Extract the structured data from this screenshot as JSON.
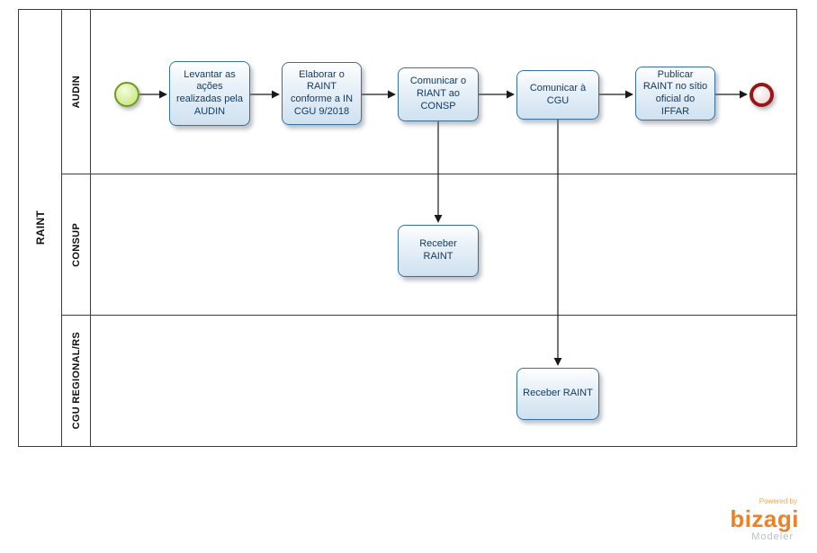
{
  "diagram": {
    "pool": "RAINT",
    "lanes": [
      "AUDIN",
      "CONSUP",
      "CGU REGIONAL/RS"
    ],
    "tasks": [
      {
        "id": "levantar-acoes",
        "lane": "AUDIN",
        "label": "Levantar as ações realizadas pela AUDIN"
      },
      {
        "id": "elaborar-raint",
        "lane": "AUDIN",
        "label": "Elaborar o RAINT conforme a IN CGU 9/2018"
      },
      {
        "id": "comunicar-consp",
        "lane": "AUDIN",
        "label": "Comunicar o RIANT ao CONSP"
      },
      {
        "id": "comunicar-cgu",
        "lane": "AUDIN",
        "label": "Comunicar à CGU"
      },
      {
        "id": "publicar-raint",
        "lane": "AUDIN",
        "label": "Publicar RAINT no sítio oficial do IFFAR"
      },
      {
        "id": "receber-raint-consup",
        "lane": "CONSUP",
        "label": "Receber RAINT"
      },
      {
        "id": "receber-raint-cgu",
        "lane": "CGU REGIONAL/RS",
        "label": "Receber RAINT"
      }
    ],
    "events": [
      {
        "id": "start",
        "type": "start-event",
        "lane": "AUDIN"
      },
      {
        "id": "end",
        "type": "end-event",
        "lane": "AUDIN"
      }
    ],
    "flows": [
      {
        "from": "start",
        "to": "levantar-acoes"
      },
      {
        "from": "levantar-acoes",
        "to": "elaborar-raint"
      },
      {
        "from": "elaborar-raint",
        "to": "comunicar-consp"
      },
      {
        "from": "comunicar-consp",
        "to": "comunicar-cgu"
      },
      {
        "from": "comunicar-cgu",
        "to": "publicar-raint"
      },
      {
        "from": "publicar-raint",
        "to": "end"
      },
      {
        "from": "comunicar-consp",
        "to": "receber-raint-consup"
      },
      {
        "from": "comunicar-cgu",
        "to": "receber-raint-cgu"
      }
    ]
  },
  "branding": {
    "powered_by": "Powered by",
    "logo": "bizagi",
    "product": "Modeler"
  },
  "colors": {
    "task_border": "#39719e",
    "task_fill": "#cfe1f0",
    "start_event_border": "#6f9a1d",
    "start_event_fill": "#d9eda0",
    "end_event_border": "#971616",
    "flow_line": "#1a1a1a",
    "brand_orange": "#ef8023",
    "modeler_gray": "#b9bdc1"
  }
}
